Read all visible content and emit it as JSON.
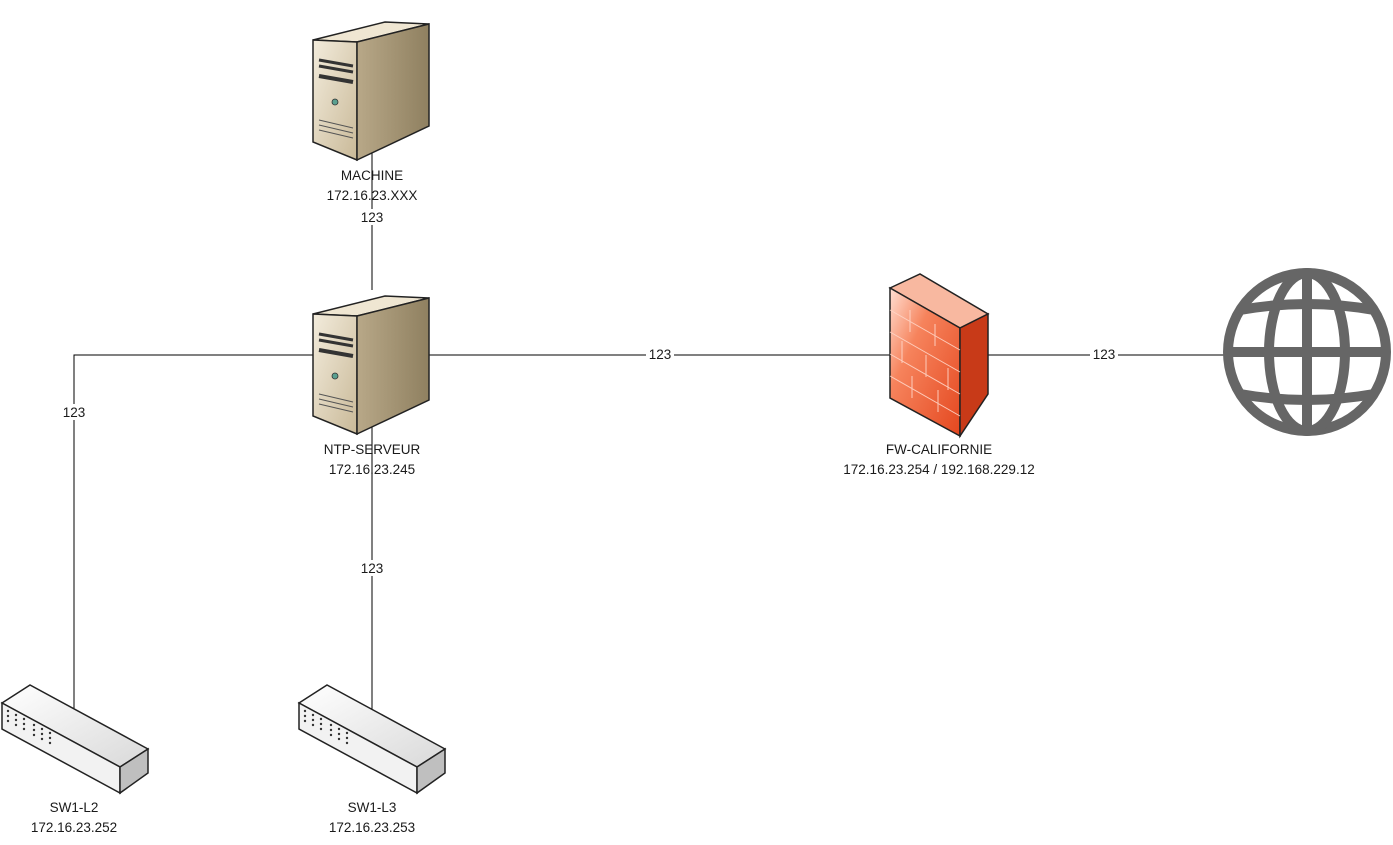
{
  "nodes": {
    "machine": {
      "name": "MACHINE",
      "ip": "172.16.23.XXX",
      "icon": "server-icon"
    },
    "ntp": {
      "name": "NTP-SERVEUR",
      "ip": "172.16.23.245",
      "icon": "server-icon"
    },
    "firewall": {
      "name": "FW-CALIFORNIE",
      "ip": "172.16.23.254 / 192.168.229.12",
      "icon": "firewall-icon"
    },
    "internet": {
      "icon": "globe-icon"
    },
    "sw_l2": {
      "name": "SW1-L2",
      "ip": "172.16.23.252",
      "icon": "switch-icon"
    },
    "sw_l3": {
      "name": "SW1-L3",
      "ip": "172.16.23.253",
      "icon": "switch-icon"
    }
  },
  "links": {
    "machine_ntp": {
      "port": "123"
    },
    "ntp_fw": {
      "port": "123"
    },
    "fw_internet": {
      "port": "123"
    },
    "ntp_sw_l2": {
      "port": "123"
    },
    "ntp_sw_l3": {
      "port": "123"
    }
  },
  "colors": {
    "server": "#e6dcc6",
    "firewall": "#f0643c",
    "globe": "#666666",
    "switch": "#f2f2f2",
    "line": "#000000"
  }
}
